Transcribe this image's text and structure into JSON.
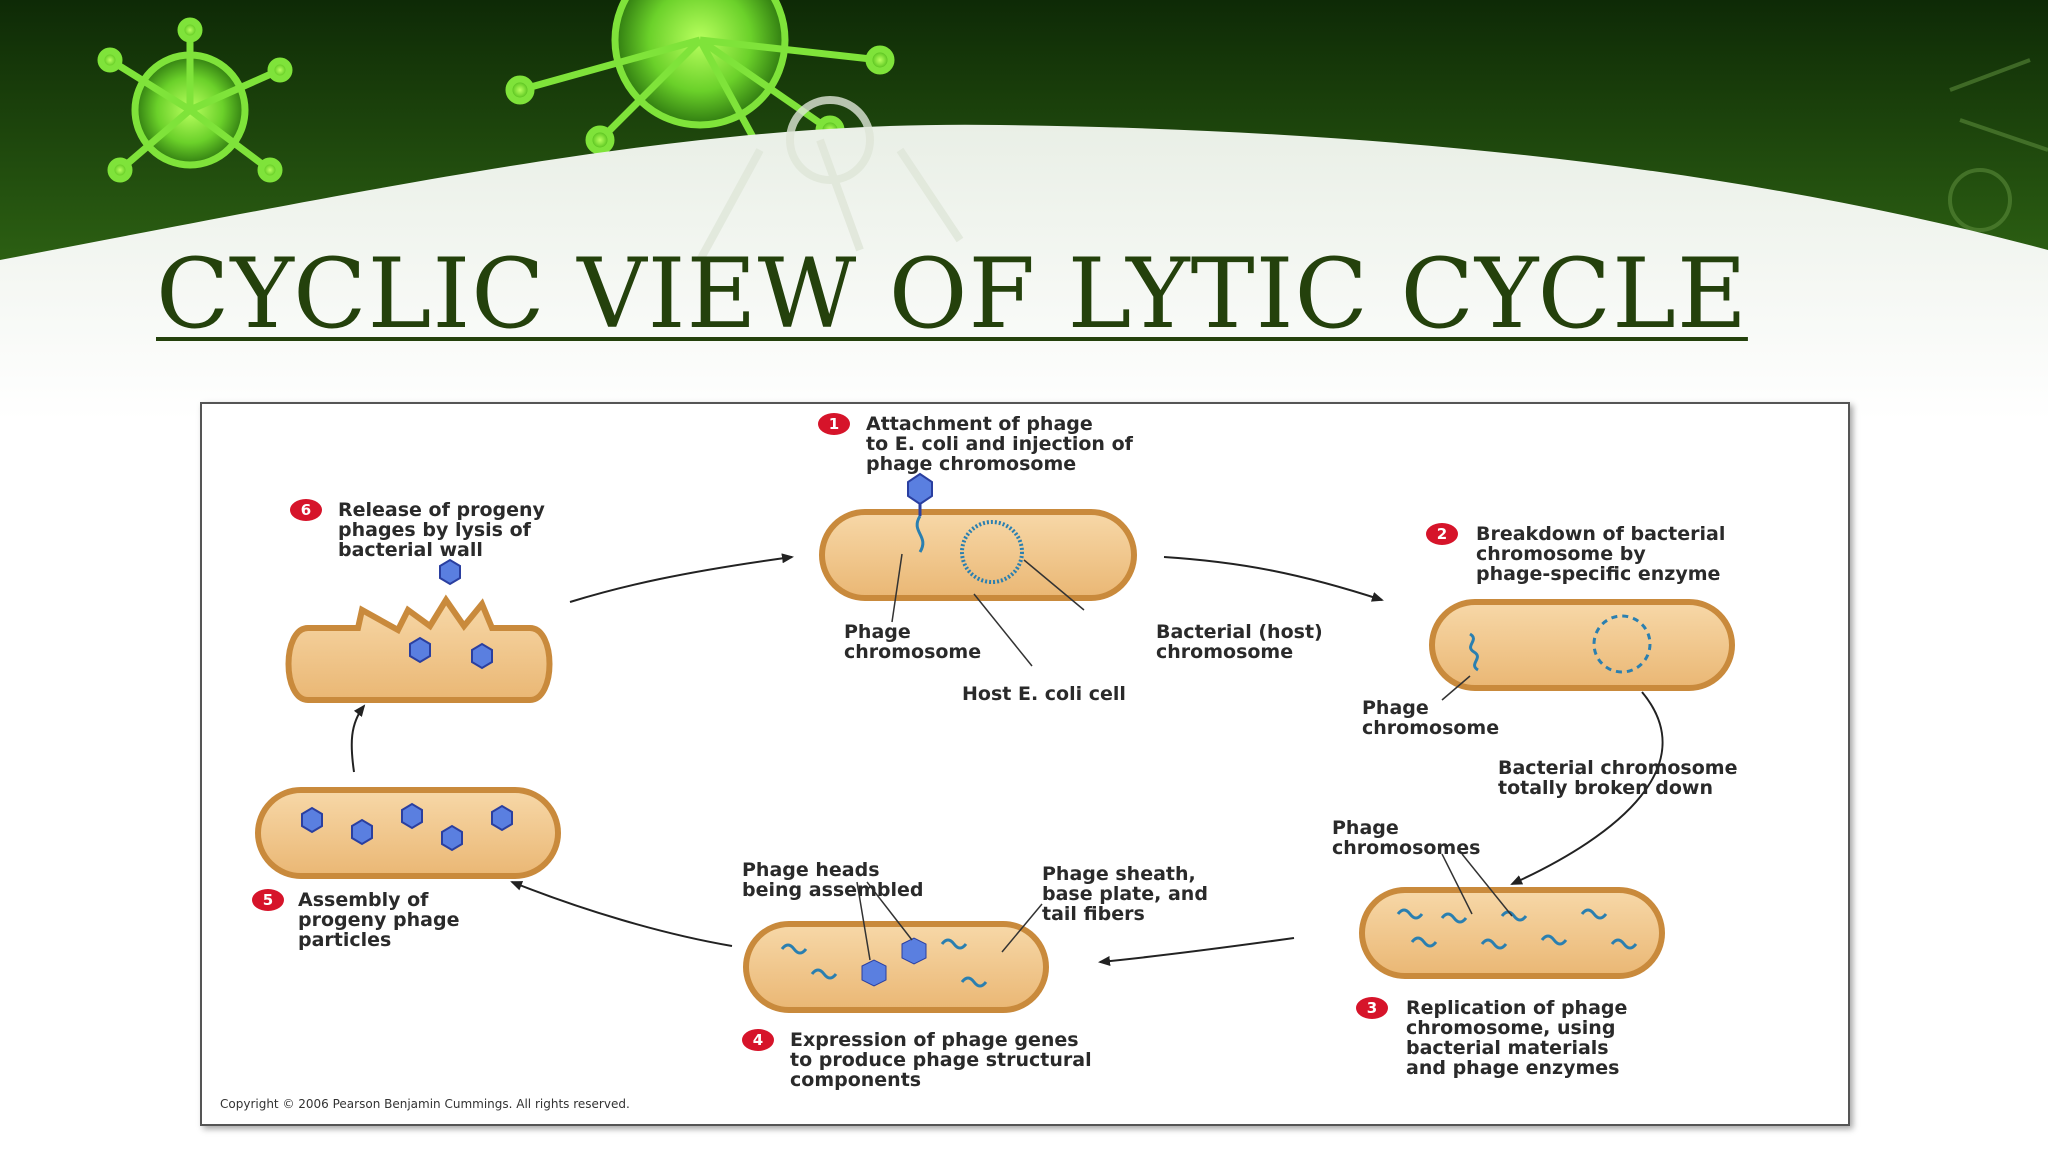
{
  "slide": {
    "title": "CYCLIC VIEW OF LYTIC CYCLE"
  },
  "diagram": {
    "steps": [
      {
        "number": "1",
        "lines": [
          "Attachment of phage",
          "to E. coli and injection of",
          "phage chromosome"
        ]
      },
      {
        "number": "2",
        "lines": [
          "Breakdown of bacterial",
          "chromosome by",
          "phage-specific enzyme"
        ]
      },
      {
        "number": "3",
        "lines": [
          "Replication of phage",
          "chromosome, using",
          "bacterial materials",
          "and phage enzymes"
        ]
      },
      {
        "number": "4",
        "lines": [
          "Expression of phage genes",
          "to produce phage structural",
          "components"
        ]
      },
      {
        "number": "5",
        "lines": [
          "Assembly of",
          "progeny phage",
          "particles"
        ]
      },
      {
        "number": "6",
        "lines": [
          "Release of progeny",
          "phages by lysis of",
          "bacterial wall"
        ]
      }
    ],
    "labels": {
      "phage_chromosome": [
        "Phage",
        "chromosome"
      ],
      "bacterial_host_chromosome": [
        "Bacterial (host)",
        "chromosome"
      ],
      "host_cell": "Host E. coli cell",
      "phage_chromosome_2": [
        "Phage",
        "chromosome"
      ],
      "broken_down": [
        "Bacterial chromosome",
        "totally broken down"
      ],
      "phage_chromosomes": [
        "Phage",
        "chromosomes"
      ],
      "phage_heads": [
        "Phage heads",
        "being assembled"
      ],
      "sheath": [
        "Phage sheath,",
        "base plate, and",
        "tail fibers"
      ]
    },
    "copyright": "Copyright © 2006 Pearson Benjamin Cummings. All rights reserved.",
    "colors": {
      "cell_fill": "#f2c88f",
      "cell_border": "#c98a3c",
      "step_badge": "#d6142a",
      "chromosome": "#2a7fb0",
      "phage": "#5a7fe0",
      "title": "#24410c",
      "banner_dark": "#1f4a0e",
      "virus_green": "#6bd12a"
    }
  }
}
